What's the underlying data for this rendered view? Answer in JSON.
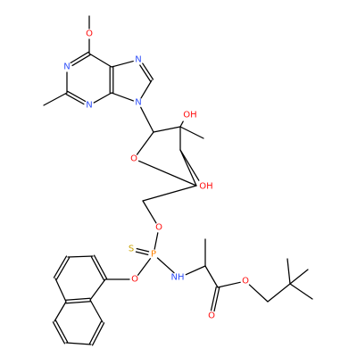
{
  "atoms": {
    "methoxy_o": {
      "symbol": "O",
      "color": "#ff0d0d"
    },
    "pyrimidine_n1": {
      "symbol": "N",
      "color": "#3050f8"
    },
    "pyrimidine_n3": {
      "symbol": "N",
      "color": "#3050f8"
    },
    "imidazole_n7": {
      "symbol": "N",
      "color": "#3050f8"
    },
    "imidazole_n9": {
      "symbol": "N",
      "color": "#3050f8"
    },
    "oh_2prime": {
      "symbol": "OH",
      "color": "#ff0d0d"
    },
    "oh_3prime": {
      "symbol": "OH",
      "color": "#ff0d0d"
    },
    "ring_o": {
      "symbol": "O",
      "color": "#ff0d0d"
    },
    "ester_o_5prime": {
      "symbol": "O",
      "color": "#ff0d0d"
    },
    "thio_s": {
      "symbol": "S",
      "color": "#c8a000"
    },
    "phosphorus": {
      "symbol": "P",
      "color": "#ff8000"
    },
    "naphthyl_o": {
      "symbol": "O",
      "color": "#ff0d0d"
    },
    "amide_n": {
      "symbol": "NH",
      "color": "#3050f8"
    },
    "ester_o": {
      "symbol": "O",
      "color": "#ff0d0d"
    },
    "carbonyl_o": {
      "symbol": "O",
      "color": "#ff0d0d"
    }
  }
}
